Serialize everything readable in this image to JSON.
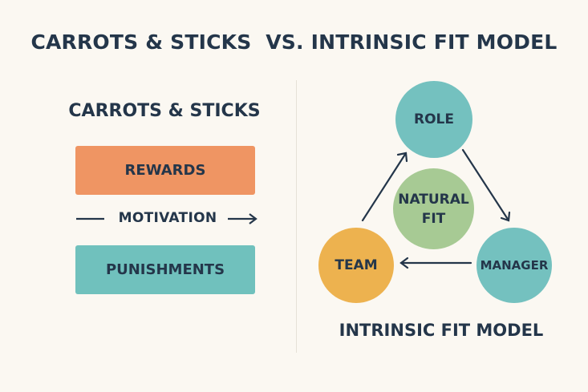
{
  "title": "CARROTS & STICKS  VS. INTRINSIC FIT MODEL",
  "left": {
    "heading": "CARROTS & STICKS",
    "rewards_label": "REWARDS",
    "motivation_label": "MOTIVATION",
    "punishments_label": "PUNISHMENTS"
  },
  "right": {
    "role_label": "ROLE",
    "natural_fit_line1": "NATURAL",
    "natural_fit_line2": "FIT",
    "team_label": "TEAM",
    "manager_label": "MANAGER",
    "caption": "INTRINSIC FIT MODEL"
  },
  "colors": {
    "background": "#fbf8f2",
    "text": "#24364a",
    "rewards": "#ef9563",
    "punishments": "#70c1bd",
    "role": "#74c1bf",
    "manager": "#74c1bf",
    "team": "#edb24f",
    "natural_fit": "#a7ca94"
  }
}
